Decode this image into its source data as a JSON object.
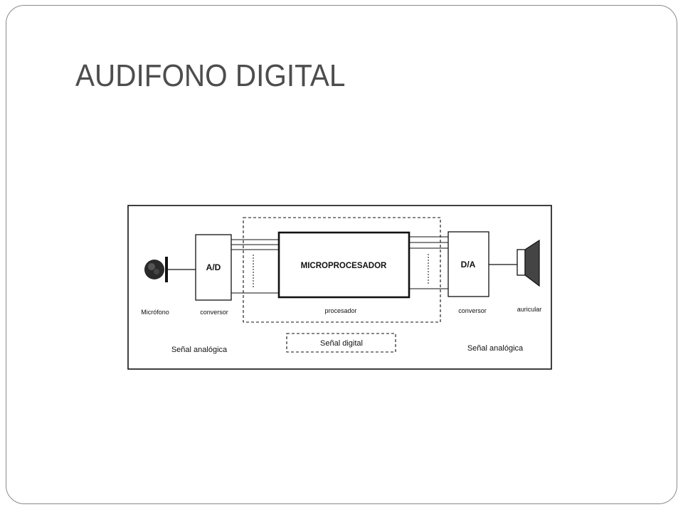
{
  "slide": {
    "title": "AUDIFONO DIGITAL"
  },
  "diagram": {
    "microphone_label": "Micrófono",
    "ad_block": "A/D",
    "ad_caption": "conversor",
    "processor_block": "MICROPROCESADOR",
    "processor_caption": "procesador",
    "da_block": "D/A",
    "da_caption": "conversor",
    "earphone_label": "auricular",
    "analog_left": "Señal analógica",
    "digital_label": "Señal digital",
    "analog_right": "Señal analógica"
  },
  "colors": {
    "title_text": "#4d4d4d",
    "frame_border": "#8a8a8a",
    "diagram_line": "#111111"
  }
}
